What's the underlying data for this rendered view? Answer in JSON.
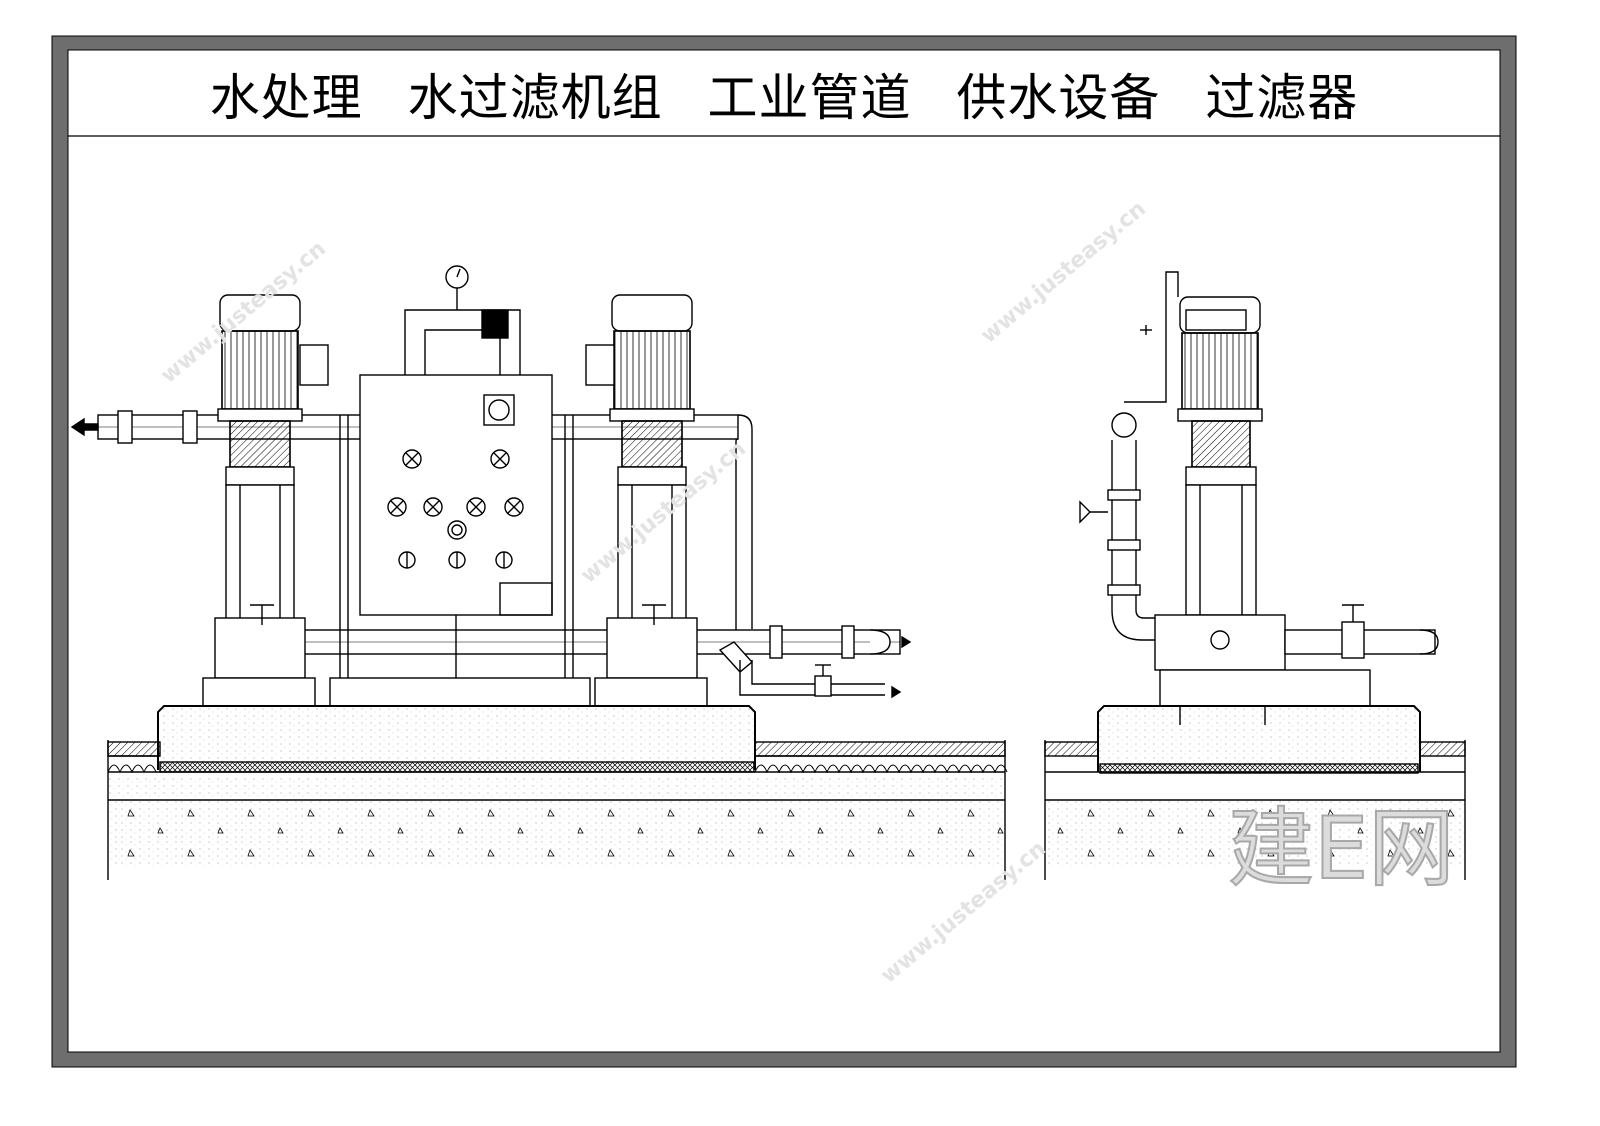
{
  "title": {
    "parts": [
      "水处理",
      "水过滤机组",
      "工业管道",
      "供水设备",
      "过滤器"
    ]
  },
  "watermark": {
    "logo": "建E网",
    "url": "www.justeasy.cn"
  },
  "colors": {
    "frame_band": "#6e6e6e",
    "line": "#000000",
    "watermark": "#bdbdbd"
  }
}
